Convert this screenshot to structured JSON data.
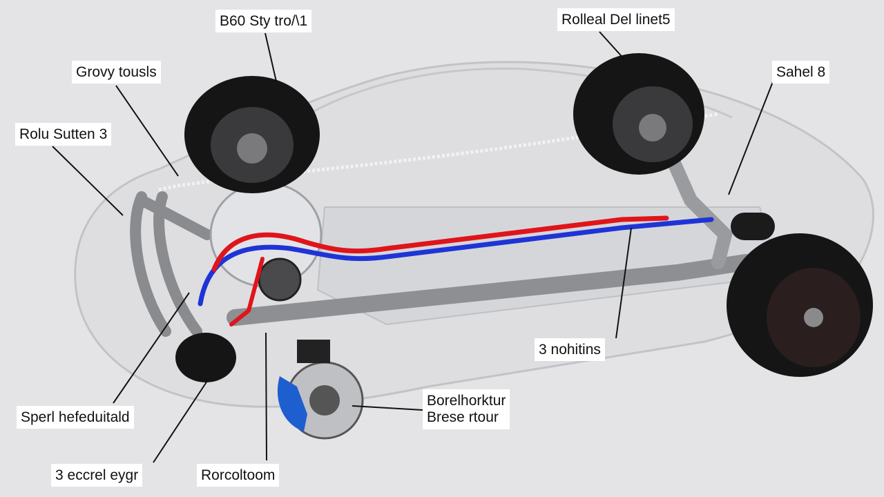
{
  "colors": {
    "background": "#e4e4e6",
    "body_shell": "#cfd0d4",
    "frame": "#8c8d91",
    "tire": "#151515",
    "line_hot": "#e0141b",
    "line_cold": "#1f34d6",
    "caliper": "#1e5fd0",
    "leader": "#111111"
  },
  "callouts": {
    "top_center": "B60 Sty tro/\\1",
    "top_right": "Rolleal Del linet5",
    "upper_left": "Grovy tousls",
    "mid_left": "Rolu Sutten 3",
    "right_upper": "Sahel 8",
    "right_mid": "3 nohitins",
    "brake_line1": "Borelhorktur",
    "brake_line2": "Brese rtour",
    "lower_left": "Sperl hefeduitald",
    "bottom_left": "3 eccrel eygr",
    "bottom_center": "Rorcoltoom"
  }
}
